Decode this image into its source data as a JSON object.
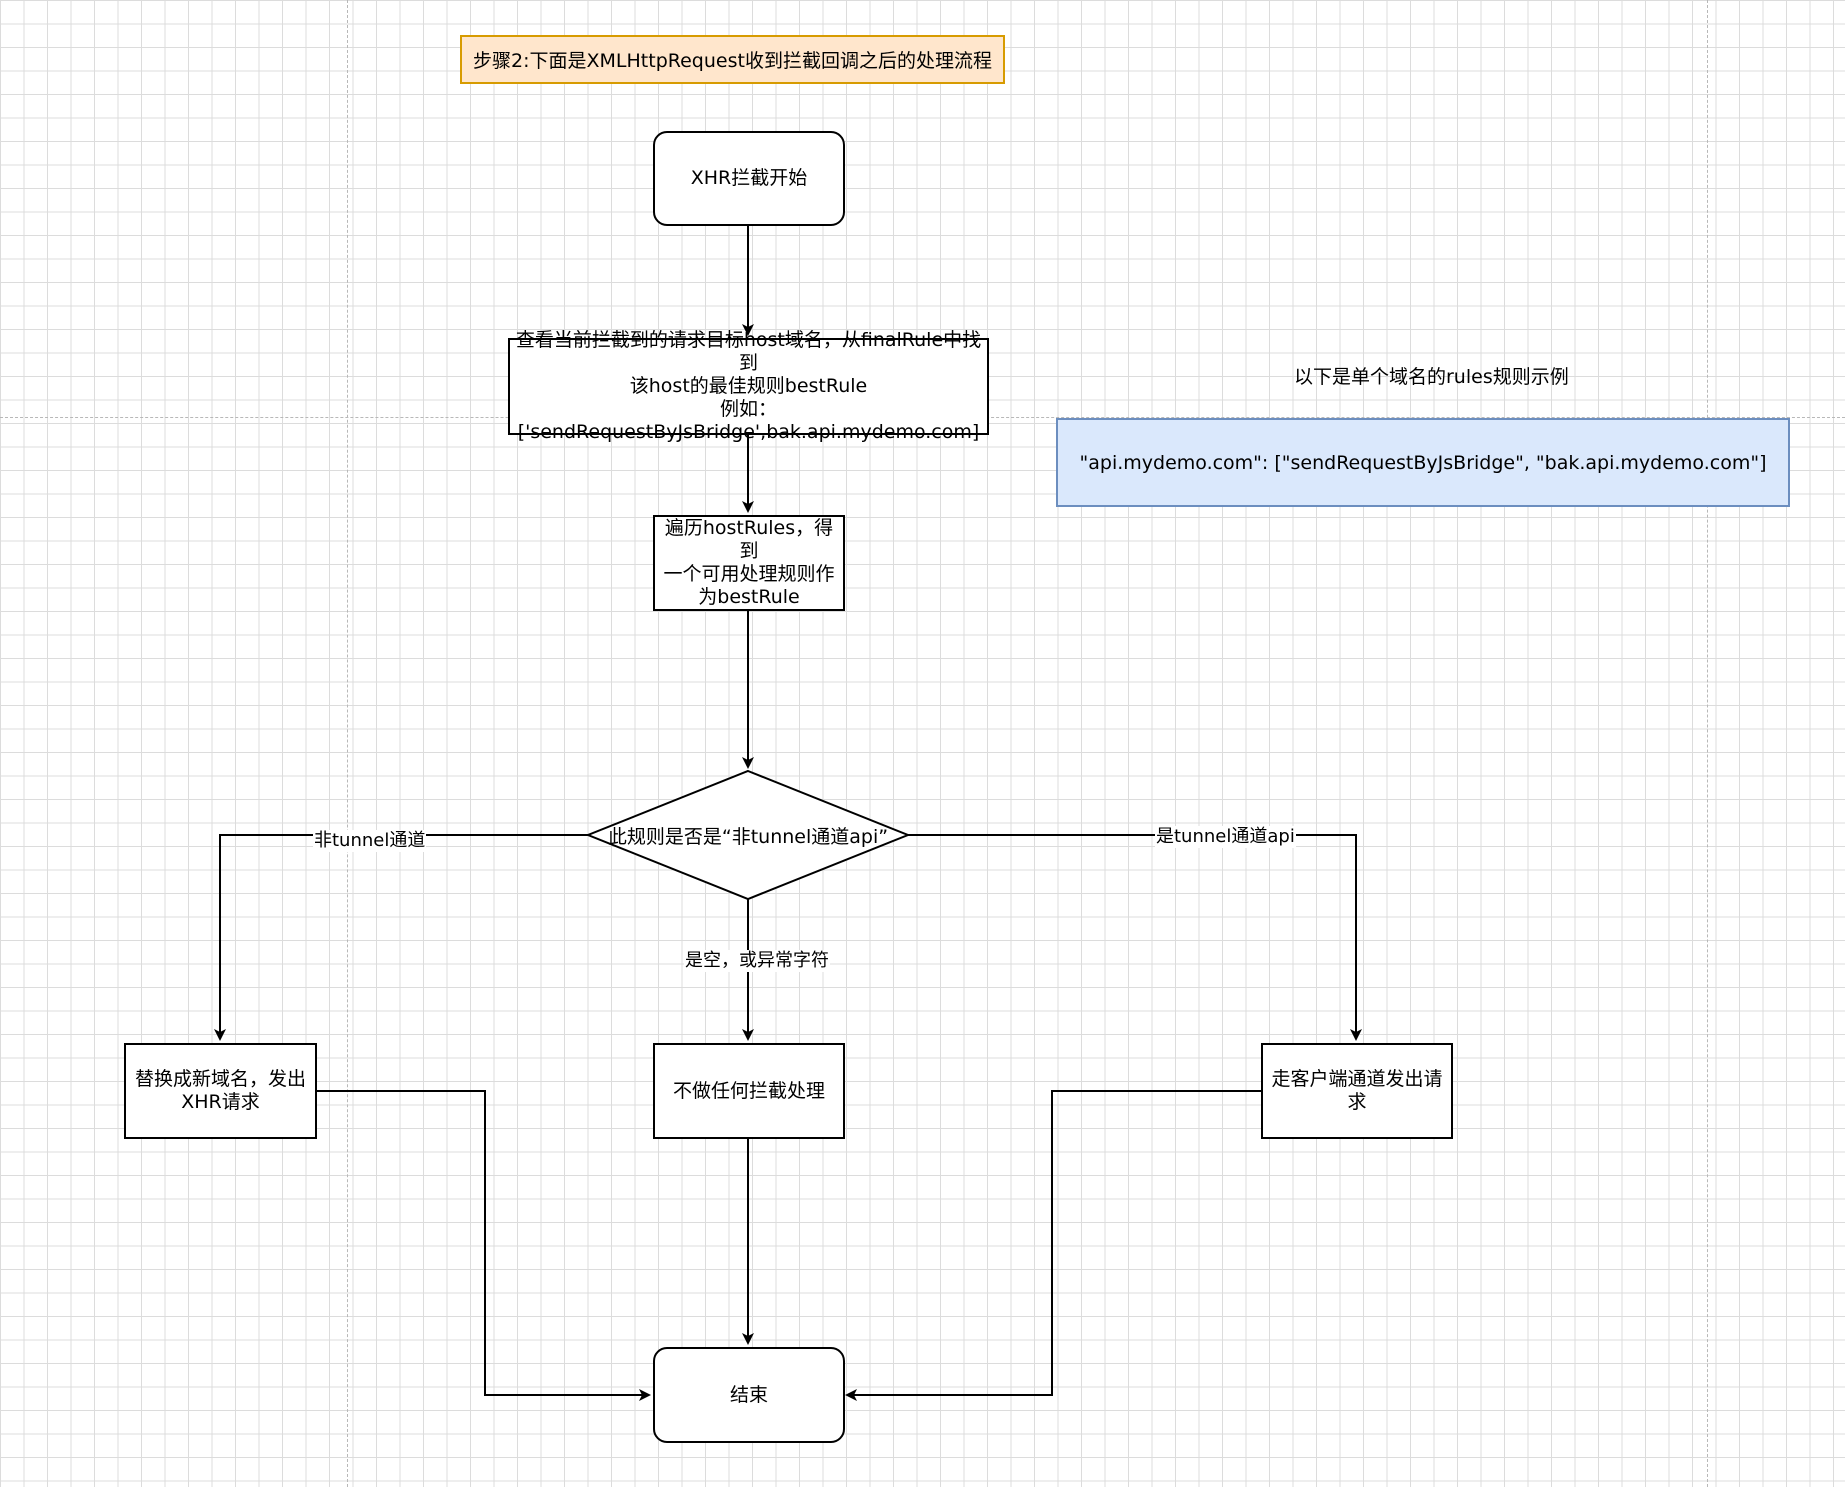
{
  "title": "步骤2:下面是XMLHttpRequest收到拦截回调之后的处理流程",
  "colors": {
    "caption_fill": "#ffe6cc",
    "caption_border": "#d79b00",
    "note_fill": "#dae8fc",
    "note_border": "#6c8ebf",
    "line": "#000000",
    "grid": "#dcdcdc"
  },
  "nodes": {
    "start": "XHR拦截开始",
    "lookup": [
      "查看当前拦截到的请求目标host域名，从finalRule中找到",
      "该host的最佳规则bestRule",
      "例如：['sendRequestByJsBridge',bak.api.mydemo.com]"
    ],
    "iterate": [
      "遍历hostRules，得到",
      "一个可用处理规则作",
      "为bestRule"
    ],
    "decision": "此规则是否是“非tunnel通道api”",
    "replace": [
      "替换成新域名，发出",
      "XHR请求"
    ],
    "noop": "不做任何拦截处理",
    "client": [
      "走客户端通道发出请",
      "求"
    ],
    "end": "结束"
  },
  "edge_labels": {
    "left": "非tunnel通道",
    "middle": "是空，或异常字符",
    "right": "是tunnel通道api"
  },
  "rules_example": {
    "heading": "以下是单个域名的rules规则示例",
    "value": "\"api.mydemo.com\":  [\"sendRequestByJsBridge\", \"bak.api.mydemo.com\"]"
  }
}
